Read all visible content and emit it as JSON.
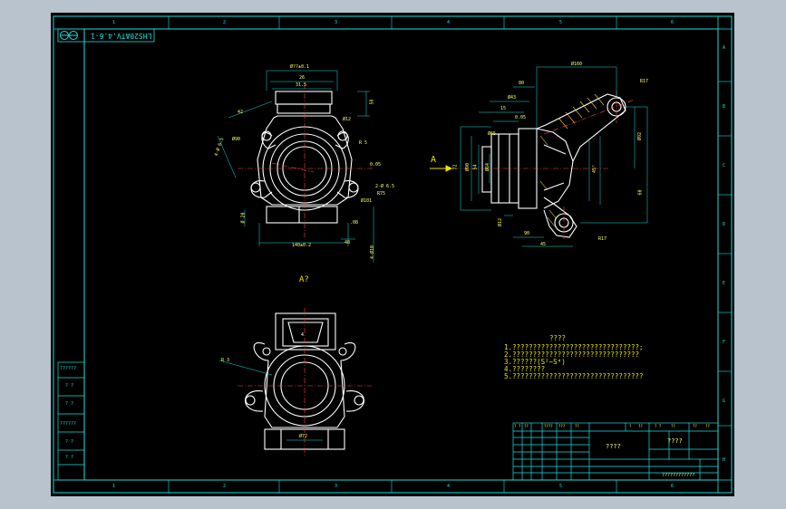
{
  "drawing": {
    "code": "LHS20ATV.4.6-1",
    "view_arrow_label": "A",
    "view_a_title": "A?",
    "tech_title": "????",
    "tech_notes": [
      "1.???????????????????????????????;",
      "2.???????????????????????????????",
      "3.??????(S²~S⁴)",
      "4.????????",
      "5.????????????????????????????????"
    ],
    "col_numbers": [
      "1",
      "2",
      "3",
      "4",
      "5",
      "6"
    ],
    "row_letters": [
      "A",
      "B",
      "C",
      "D",
      "E",
      "F",
      "G",
      "H"
    ]
  },
  "left_table": {
    "rows": [
      "??????",
      "? ?",
      "? ?",
      "??????",
      "? ?",
      "? ?"
    ]
  },
  "title_block": {
    "part_name": "????",
    "company": "????",
    "drawing_no": "????????????",
    "header_cells": [
      "? ?",
      "??",
      "????",
      "???",
      "??",
      "?",
      "??",
      "? ?",
      "??",
      "??",
      "??"
    ]
  },
  "dimensions": {
    "top_view": [
      "Ø??±0.1",
      "26",
      "31.5",
      "58",
      "Ø12",
      "42",
      "4-Ø 6.5",
      "Ø90",
      "R 5",
      "0.05",
      "2-Ø 6.5",
      "R75",
      "Ø101",
      ".08",
      "Ø 20",
      "140±0.2",
      "48",
      "4-Ø10"
    ],
    "side_view": [
      "Ø160",
      "R17",
      "80",
      "Ø43",
      "15",
      "0.05",
      "Ø65",
      "72",
      "Ø90",
      "54",
      "Ø64",
      "Ø12",
      "90",
      "R17",
      "45",
      "Ø92",
      "60",
      "45°"
    ],
    "view_a": [
      "R 3",
      "Ø72",
      "4"
    ]
  }
}
